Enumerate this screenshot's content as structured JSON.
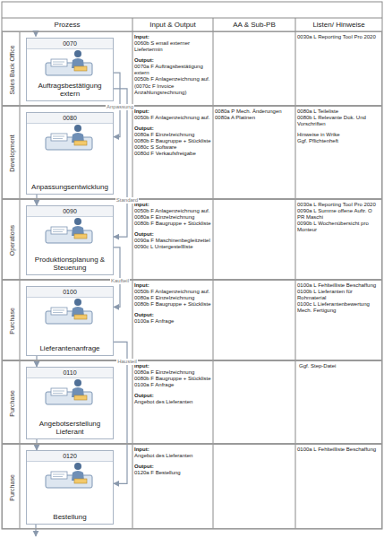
{
  "diagram": {
    "nodes": [
      {
        "text": [
          "Sales Back Office"
        ]
      },
      {
        "text": [
          "0070",
          "Auftragsbestätigung extern"
        ],
        "in": 0
      },
      {
        "text": [
          "Development"
        ]
      },
      {
        "text": [
          "0080",
          "Anpassungsentwicklung"
        ],
        "in": 2
      },
      {
        "text": [
          "Operations"
        ]
      },
      {
        "text": [
          "0090",
          "Produktionsplanung & Steuerung"
        ],
        "in": 4
      },
      {
        "text": [
          "Purchase"
        ]
      },
      {
        "text": [
          "0100",
          "Lieferantenanfrage"
        ],
        "in": 6
      },
      {
        "text": [
          "Purchase"
        ]
      },
      {
        "text": [
          "0110",
          "Angebotserstellung Lieferant"
        ],
        "in": 8
      },
      {
        "text": [
          "Purchase"
        ]
      },
      {
        "text": [
          "0120",
          "Bestellung"
        ],
        "in": 10
      }
    ],
    "edges": [
      {
        "from": 1,
        "to": 3,
        "label": "Anpassung",
        "arrow": "to"
      },
      {
        "from": 1,
        "to": 5,
        "label": "Standard",
        "arrow": "to"
      },
      {
        "from": 3,
        "to": 5,
        "arrow": "to"
      },
      {
        "from": 5,
        "to": 7,
        "label": "Kaufteil",
        "arrow": "to"
      },
      {
        "from": 7,
        "to": 9,
        "arrow": "to"
      },
      {
        "from": 9,
        "to": 11,
        "arrow": "to"
      },
      {
        "from": 7,
        "to": 11,
        "label": "Hausteil",
        "arrow": "to"
      }
    ],
    "labels": [
      "Prozess",
      "Input & Output",
      "AA & Sub-PB",
      "Listen/ Hinweise",
      "Input:",
      "0060b S email externer Liefertermin",
      "Output:",
      "0070a F Auftragsbestätigung extern",
      "0050b F Anlagenzeichnung auf.",
      "(0070c F Invoice Anzahlungsrechnung)",
      "0030a L Reporting Tool Pro 2020",
      "Input:",
      "0050b F Anlagenzeichnung auf.",
      "Output:",
      "0080a F Einzelzeichnung",
      "0080b F Baugruppe + Stückliste",
      "0080c S Software",
      "0080d F Verkaufsfreigabe",
      "0080a P Mech. Änderungen",
      "0080a A Platinen",
      "0080a L Teileliste",
      "0080b L Relevante Dok. Und Vorschriften",
      "Hinweise in Wrike",
      "Ggf. Pflichtenheft",
      "Input:",
      "0050b F Anlagenzeichnung auf.",
      "0080a F Einzelzeichnung",
      "0080b F Baugruppe + Stückliste",
      "Output:",
      "0090a F Maschinenbegleitzettel",
      "0090c L Untergestellliste",
      "0030a L Reporting Tool Pro 2020",
      "0090a L Summe offene Auftr. O PR Maschi",
      "0090b L Wochenübersicht pro Monteur",
      "Input:",
      "0050b F Anlagenzeichnung auf.",
      "0080a F Einzelzeichnung",
      "0080b F Baugruppe + Stückliste",
      "Output:",
      "0100a F Anfrage",
      "0100a L Fehlteilliste Beschaffung",
      "0100b L Lieferanten für Rohmaterial",
      "0100c L Lieferantenbewertung Mech. Fertigung",
      "Input:",
      "0080a F Einzelzeichnung",
      "0080b F Baugruppe + Stückliste",
      "0100a F Anfrage",
      "Output:",
      "Angebot des Lieferanten",
      "Ggf. Step-Datei",
      "Input:",
      "Angebot des Lieferanten",
      "Output:",
      "0120a F Bestellung",
      "0100a L Fehlteilliste Beschaffung"
    ]
  }
}
